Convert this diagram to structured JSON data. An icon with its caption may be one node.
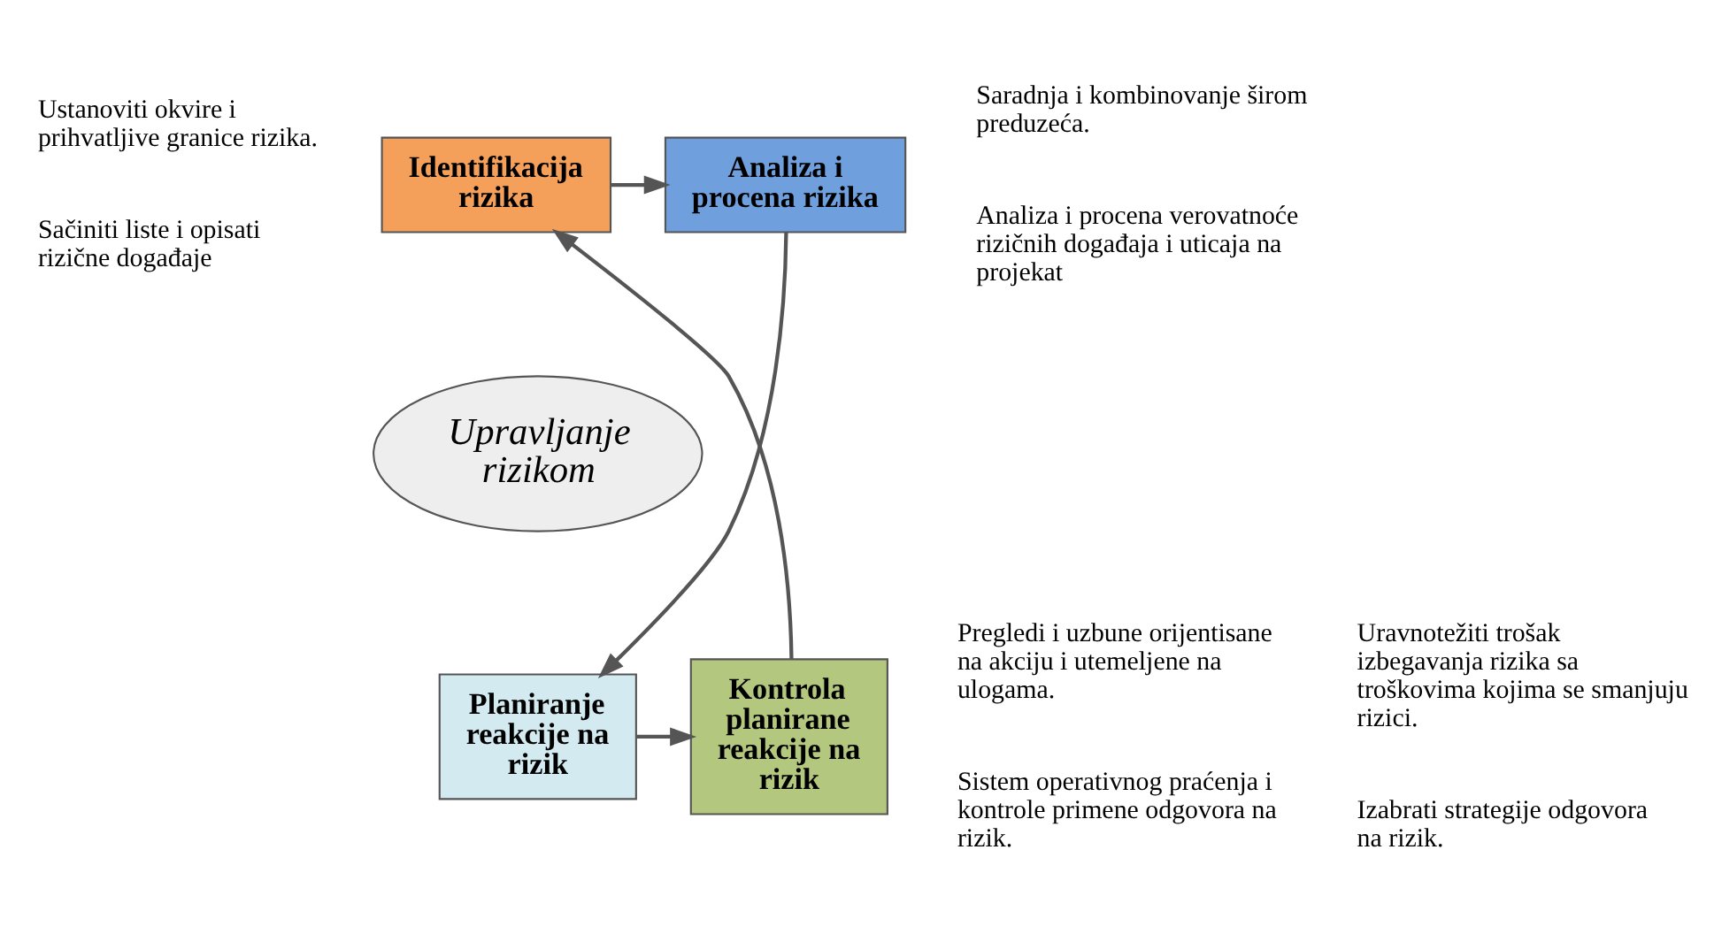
{
  "diagram": {
    "nodes": [
      {
        "text": [
          "Upravljanje rizikom"
        ]
      },
      {
        "text": [
          "Identifikacija rizika"
        ],
        "beside": [
          "Ustanoviti okvire i prihvatljive granice rizika.",
          "Sačiniti liste i opisati rizične događaje"
        ]
      },
      {
        "text": [
          "Analiza i procena rizika"
        ],
        "beside": [
          "Saradnja i kombinovanje širom preduzeća.",
          "Analiza i procena verovatnoće rizičnih događaja i uticaja na projekat"
        ]
      },
      {
        "text": [
          "Planiranje reakcije na rizik"
        ],
        "beside": [
          "Uravnotežiti trošak izbegavanja rizika sa troškovima kojima se smanjuju rizici.",
          "Izabrati strategije odgovora na rizik."
        ]
      },
      {
        "text": [
          "Kontrola planirane reakcije na rizik"
        ],
        "beside": [
          "Pregledi i uzbune orijentisane na akciju i utemeljene na ulogama.",
          "Sistem operativnog praćenja i kontrole primene odgovora na rizik."
        ]
      }
    ],
    "edges": [
      {
        "from": 1,
        "to": 2,
        "arrow": "to"
      },
      {
        "from": 2,
        "to": 3,
        "arrow": "to"
      },
      {
        "from": 3,
        "to": 4,
        "arrow": "to"
      },
      {
        "from": 4,
        "to": 1,
        "arrow": "to"
      }
    ]
  }
}
